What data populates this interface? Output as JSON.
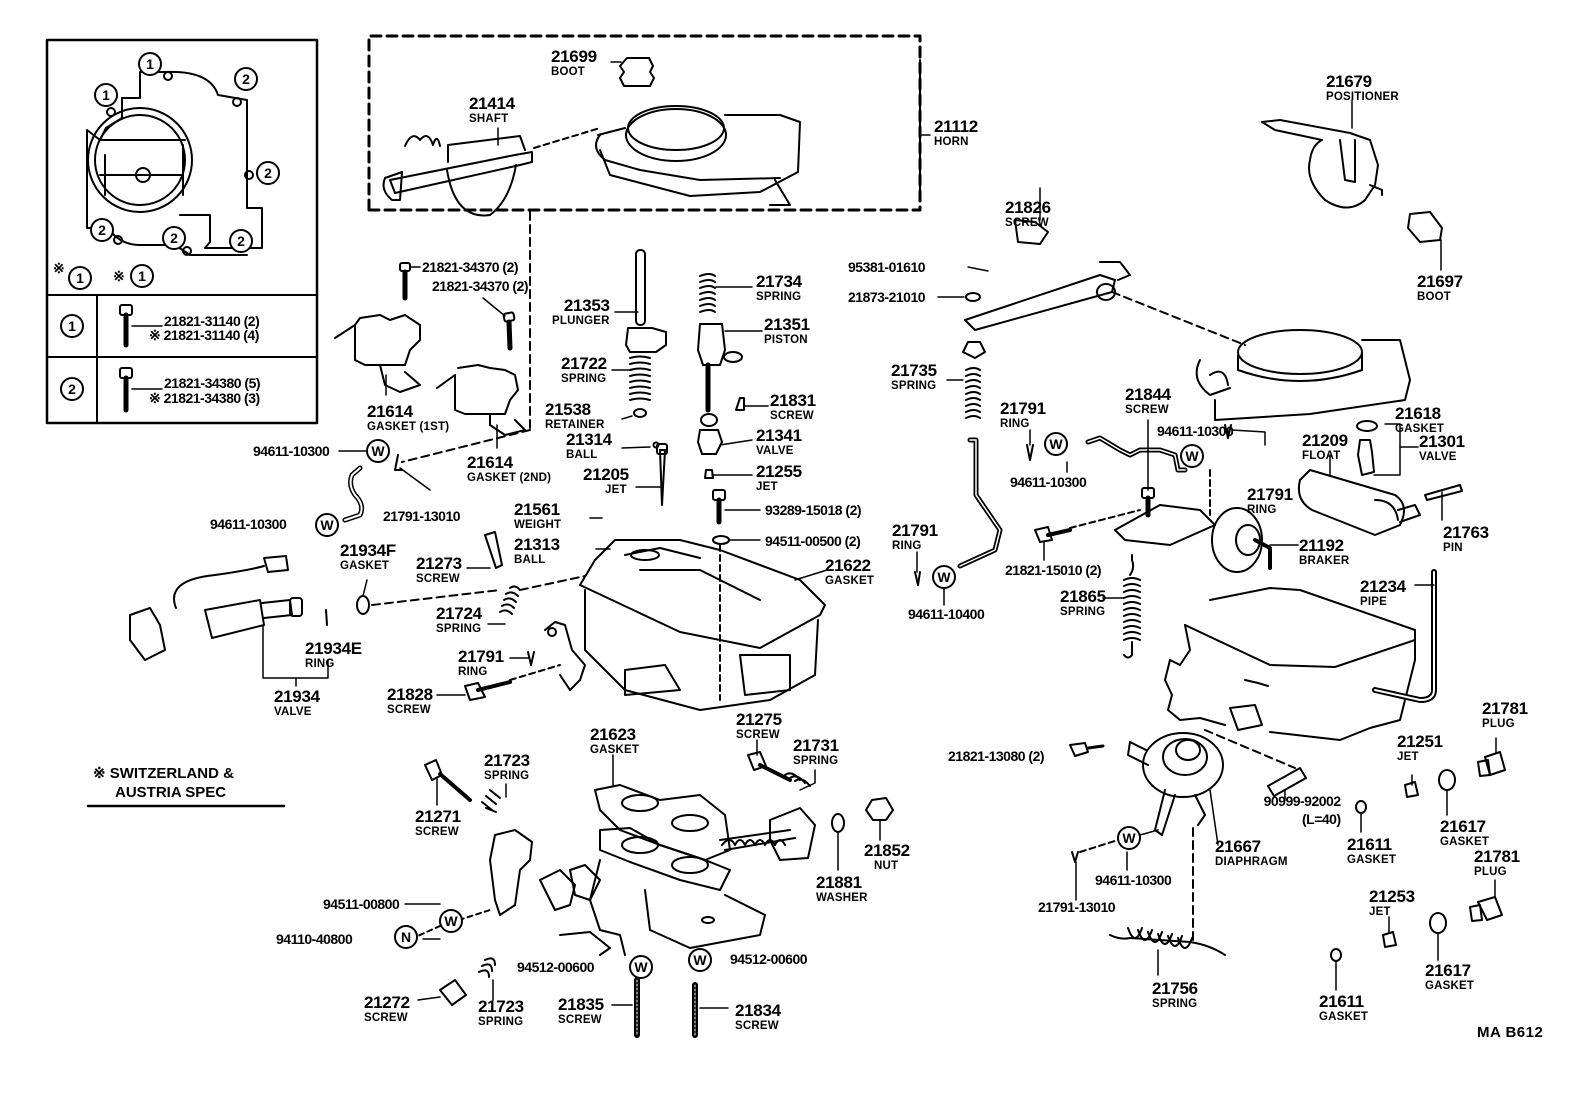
{
  "figure_code": "MA B612",
  "note": {
    "symbol": "※",
    "line1": "SWITZERLAND &",
    "line2": "AUSTRIA SPEC"
  },
  "inset": {
    "callouts": [
      "1",
      "1",
      "2",
      "2",
      "2",
      "2",
      "2",
      "※1",
      "※1"
    ],
    "table": [
      {
        "key": "1",
        "parts": [
          "21821-31140 (2)",
          "※ 21821-31140 (4)"
        ]
      },
      {
        "key": "2",
        "parts": [
          "21821-34380 (5)",
          "※ 21821-34380 (3)"
        ]
      }
    ]
  },
  "parts": {
    "p21699": {
      "num": "21699",
      "name": "BOOT"
    },
    "p21414": {
      "num": "21414",
      "name": "SHAFT"
    },
    "p21112": {
      "num": "21112",
      "name": "HORN"
    },
    "p21679": {
      "num": "21679",
      "name": "POSITIONER"
    },
    "p21697": {
      "num": "21697",
      "name": "BOOT"
    },
    "p21826": {
      "num": "21826",
      "name": "SCREW"
    },
    "p95381": {
      "num": "95381-01610"
    },
    "p21873": {
      "num": "21873-21010"
    },
    "p34370a": {
      "num": "21821-34370 (2)"
    },
    "p34370b": {
      "num": "21821-34370 (2)"
    },
    "p21353": {
      "num": "21353",
      "name": "PLUNGER"
    },
    "p21734": {
      "num": "21734",
      "name": "SPRING"
    },
    "p21351": {
      "num": "21351",
      "name": "PISTON"
    },
    "p21722": {
      "num": "21722",
      "name": "SPRING"
    },
    "p21831": {
      "num": "21831",
      "name": "SCREW"
    },
    "p21538": {
      "num": "21538",
      "name": "RETAINER"
    },
    "p21314": {
      "num": "21314",
      "name": "BALL"
    },
    "p21341": {
      "num": "21341",
      "name": "VALVE"
    },
    "p21205": {
      "num": "21205",
      "name": "JET"
    },
    "p21255": {
      "num": "21255",
      "name": "JET"
    },
    "p21614a": {
      "num": "21614",
      "name": "GASKET (1ST)"
    },
    "p21614b": {
      "num": "21614",
      "name": "GASKET (2ND)"
    },
    "p94611a": {
      "num": "94611-10300"
    },
    "p21791a": {
      "num": "21791-13010"
    },
    "p94611b": {
      "num": "94611-10300"
    },
    "p21561": {
      "num": "21561",
      "name": "WEIGHT"
    },
    "p93289": {
      "num": "93289-15018 (2)"
    },
    "p21313": {
      "num": "21313",
      "name": "BALL"
    },
    "p94511a": {
      "num": "94511-00500 (2)"
    },
    "p21622": {
      "num": "21622",
      "name": "GASKET"
    },
    "p21934F": {
      "num": "21934F",
      "name": "GASKET"
    },
    "p21273": {
      "num": "21273",
      "name": "SCREW"
    },
    "p21724": {
      "num": "21724",
      "name": "SPRING"
    },
    "p21934E": {
      "num": "21934E",
      "name": "RING"
    },
    "p21934": {
      "num": "21934",
      "name": "VALVE"
    },
    "p21791b": {
      "num": "21791",
      "name": "RING"
    },
    "p21828": {
      "num": "21828",
      "name": "SCREW"
    },
    "p21735": {
      "num": "21735",
      "name": "SPRING"
    },
    "p21791c": {
      "num": "21791",
      "name": "RING"
    },
    "p21844": {
      "num": "21844",
      "name": "SCREW"
    },
    "p94611c": {
      "num": "94611-10300"
    },
    "p94611d": {
      "num": "94611-10300"
    },
    "p21791d": {
      "num": "21791",
      "name": "RING"
    },
    "p21618": {
      "num": "21618",
      "name": "GASKET"
    },
    "p21209": {
      "num": "21209",
      "name": "FLOAT"
    },
    "p21301": {
      "num": "21301",
      "name": "VALVE"
    },
    "p21763": {
      "num": "21763",
      "name": "PIN"
    },
    "p21192": {
      "num": "21192",
      "name": "BRAKER"
    },
    "p21791e": {
      "num": "21791",
      "name": "RING"
    },
    "p94611e": {
      "num": "94611-10400"
    },
    "p21821_15010": {
      "num": "21821-15010 (2)"
    },
    "p21865": {
      "num": "21865",
      "name": "SPRING"
    },
    "p21234": {
      "num": "21234",
      "name": "PIPE"
    },
    "p21623": {
      "num": "21623",
      "name": "GASKET"
    },
    "p21275": {
      "num": "21275",
      "name": "SCREW"
    },
    "p21731": {
      "num": "21731",
      "name": "SPRING"
    },
    "p21723a": {
      "num": "21723",
      "name": "SPRING"
    },
    "p21271": {
      "num": "21271",
      "name": "SCREW"
    },
    "p21852": {
      "num": "21852",
      "name": "NUT"
    },
    "p21881": {
      "num": "21881",
      "name": "WASHER"
    },
    "p94511b": {
      "num": "94511-00800"
    },
    "p94110": {
      "num": "94110-40800"
    },
    "p94512a": {
      "num": "94512-00600"
    },
    "p94512b": {
      "num": "94512-00600"
    },
    "p21272": {
      "num": "21272",
      "name": "SCREW"
    },
    "p21723b": {
      "num": "21723",
      "name": "SPRING"
    },
    "p21835": {
      "num": "21835",
      "name": "SCREW"
    },
    "p21834": {
      "num": "21834",
      "name": "SCREW"
    },
    "p21821_13080": {
      "num": "21821-13080 (2)"
    },
    "p21667": {
      "num": "21667",
      "name": "DIAPHRAGM"
    },
    "p90999": {
      "num": "90999-92002",
      "name": "(L=40)"
    },
    "p94611f": {
      "num": "94611-10300"
    },
    "p21791f": {
      "num": "21791-13010"
    },
    "p21756": {
      "num": "21756",
      "name": "SPRING"
    },
    "p21781a": {
      "num": "21781",
      "name": "PLUG"
    },
    "p21251": {
      "num": "21251",
      "name": "JET"
    },
    "p21617a": {
      "num": "21617",
      "name": "GASKET"
    },
    "p21611a": {
      "num": "21611",
      "name": "GASKET"
    },
    "p21781b": {
      "num": "21781",
      "name": "PLUG"
    },
    "p21253": {
      "num": "21253",
      "name": "JET"
    },
    "p21617b": {
      "num": "21617",
      "name": "GASKET"
    },
    "p21611b": {
      "num": "21611",
      "name": "GASKET"
    }
  },
  "washer_marks": {
    "W": "W",
    "N": "N"
  }
}
